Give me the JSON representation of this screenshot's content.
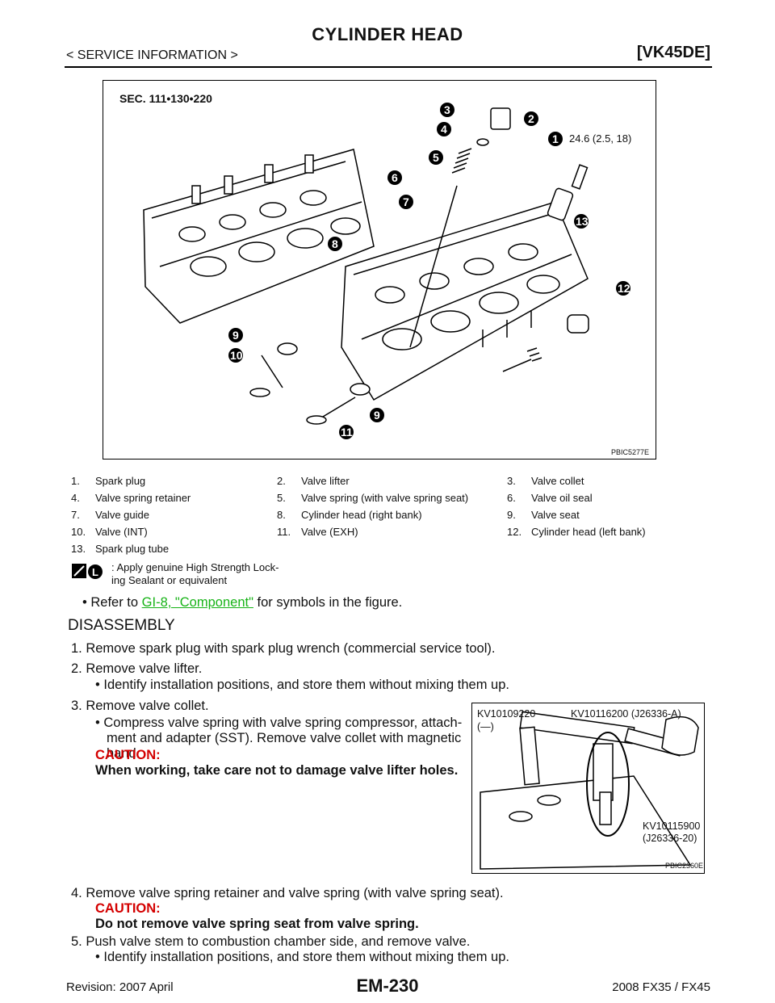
{
  "header": {
    "title": "CYLINDER HEAD",
    "breadcrumb": "< SERVICE INFORMATION >",
    "model": "[VK45DE]"
  },
  "figure1": {
    "section": "SEC. 111•130•220",
    "torque": "24.6 (2.5, 18)",
    "code": "PBIC5277E",
    "callouts": [
      "1",
      "2",
      "3",
      "4",
      "5",
      "6",
      "7",
      "8",
      "9",
      "10",
      "11",
      "12",
      "13"
    ]
  },
  "legend": {
    "items": [
      {
        "num": "1.",
        "label": "Spark plug"
      },
      {
        "num": "2.",
        "label": "Valve lifter"
      },
      {
        "num": "3.",
        "label": "Valve collet"
      },
      {
        "num": "4.",
        "label": "Valve spring retainer"
      },
      {
        "num": "5.",
        "label": "Valve spring (with valve spring seat)"
      },
      {
        "num": "6.",
        "label": "Valve oil seal"
      },
      {
        "num": "7.",
        "label": "Valve guide"
      },
      {
        "num": "8.",
        "label": "Cylinder head (right bank)"
      },
      {
        "num": "9.",
        "label": "Valve seat"
      },
      {
        "num": "10.",
        "label": "Valve (INT)"
      },
      {
        "num": "11.",
        "label": "Valve (EXH)"
      },
      {
        "num": "12.",
        "label": "Cylinder head (left bank)"
      },
      {
        "num": "13.",
        "label": "Spark plug tube"
      }
    ],
    "sealant_line1": ": Apply genuine High Strength Lock-",
    "sealant_line2": "ing Sealant or equivalent"
  },
  "refer": {
    "prefix": "Refer to ",
    "link": "GI-8, \"Component\"",
    "suffix": " for symbols in the figure."
  },
  "disassembly": {
    "heading": "DISASSEMBLY",
    "step1": "1.  Remove spark plug with spark plug wrench (commercial service tool).",
    "step2": "2.  Remove valve lifter.",
    "step2_sub": "Identify installation positions, and store them without mixing them up.",
    "step3": "3.  Remove valve collet.",
    "step3_sub_l1": "Compress valve spring with valve spring compressor, attach-",
    "step3_sub_l2": "ment and adapter (SST). Remove valve collet with magnetic",
    "step3_sub_l3": "hand.",
    "caution_label": "CAUTION:",
    "step3_caution": "When working, take care not to damage valve lifter holes.",
    "step4": "4.  Remove valve spring retainer and valve spring (with valve spring seat).",
    "step4_caution": "Do not remove valve spring seat from valve spring.",
    "step5": "5.  Push valve stem to combustion chamber side, and remove valve.",
    "step5_sub": "Identify installation positions, and store them without mixing them up."
  },
  "figure2": {
    "tool1": "KV10109220",
    "tool1_sub": "(—)",
    "tool2": "KV10116200 (J26336-A)",
    "tool3": "KV10115900",
    "tool3_sub": "(J26336-20)",
    "code": "PBIC2360E"
  },
  "footer": {
    "revision": "Revision: 2007 April",
    "page": "EM-230",
    "vehicle": "2008 FX35 / FX45"
  }
}
